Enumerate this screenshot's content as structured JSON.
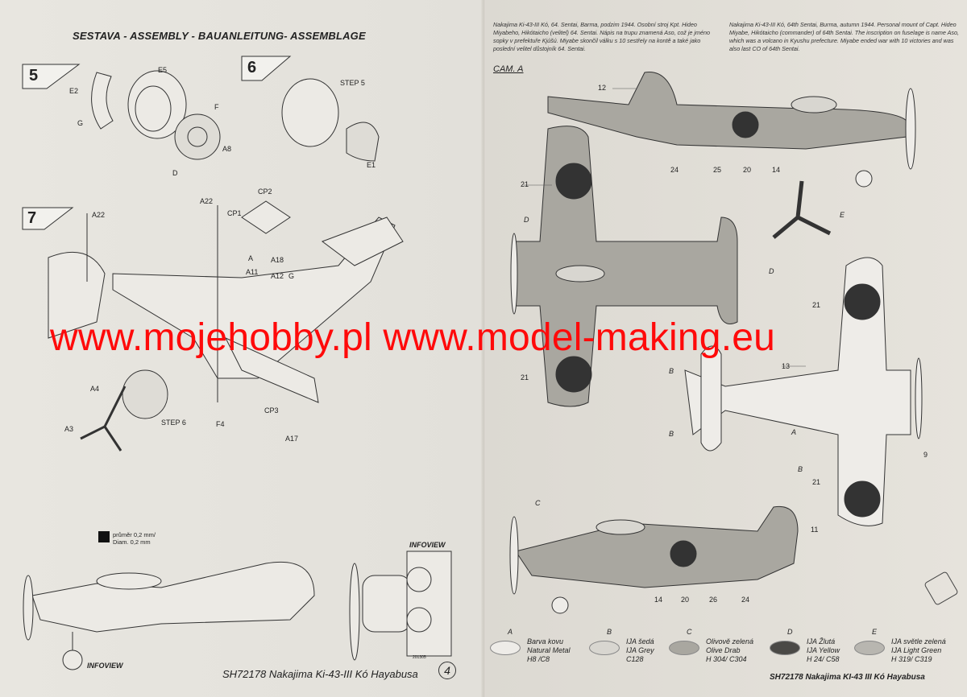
{
  "left_page": {
    "assembly_title": "SESTAVA - ASSEMBLY - BAUANLEITUNG- ASSEMBLAGE",
    "steps": [
      {
        "number": "5",
        "parts": [
          "E2",
          "E5",
          "F",
          "G",
          "D",
          "A8"
        ]
      },
      {
        "number": "6",
        "parts": [
          "STEP 5",
          "E1"
        ]
      },
      {
        "number": "7",
        "parts": [
          "A22",
          "A22",
          "CP2",
          "CP1",
          "A18",
          "A11",
          "A12",
          "G",
          "A",
          "CP3",
          "F4",
          "A4",
          "A3",
          "STEP 6",
          "A17"
        ]
      }
    ],
    "diameter_note": [
      "průměr 0,2 mm/",
      "Diam. 0,2 mm"
    ],
    "infoview_labels": [
      "INFOVIEW",
      "INFOVIEW"
    ],
    "print_code": "201305",
    "footer": "SH72178 Nakajima Ki-43-III Kó Hayabusa",
    "page_number": "4"
  },
  "watermark": "www.mojehobby.pl www.model-making.eu",
  "right_page": {
    "description_cz": "Nakajima Ki-43-III Kó, 64. Sentai, Barma, podzim 1944. Osobní stroj Kpt. Hideo Miyabeho, Hikótaicho (velitel) 64. Sentai. Nápis na trupu znamená Aso, což je jméno sopky v prefektuře Kjúšú. Miyabe skončil válku s 10 sestřely na kontě a také jako poslední velitel důstojník 64. Sentai.",
    "description_en": "Nakajima Ki-43-III Kó, 64th Sentai, Burma, autumn 1944. Personal mount of Capt. Hideo Miyabe, Hikótaicho (commander) of 64th Sentai. The inscription on fuselage is name Aso, which was a volcano in Kyushu prefecture. Miyabe ended war with 10 victories and was also last CO of 64th Sentai.",
    "camo_label": "CAM. A",
    "callouts": [
      "12",
      "24",
      "25",
      "20",
      "14",
      "21",
      "D",
      "E",
      "D",
      "21",
      "21",
      "B",
      "13",
      "B",
      "A",
      "B",
      "9",
      "21",
      "C",
      "11",
      "14",
      "20",
      "26",
      "24"
    ],
    "legend": [
      {
        "letter": "A",
        "lines": [
          "Barva kovu",
          "Natural Metal",
          "H8 /C8"
        ],
        "color": "#eeece8"
      },
      {
        "letter": "B",
        "lines": [
          "IJA šedá",
          "IJA Grey",
          "C128"
        ],
        "color": "#d8d6d0"
      },
      {
        "letter": "C",
        "lines": [
          "Olivově zelená",
          "Olive Drab",
          "H 304/ C304"
        ],
        "color": "#a9a7a0"
      },
      {
        "letter": "D",
        "lines": [
          "IJA Žlutá",
          "IJA Yellow",
          "H 24/ C58"
        ],
        "color": "#4a4946"
      },
      {
        "letter": "E",
        "lines": [
          "IJA světle zelená",
          "IJA Light Green",
          "H 319/ C319"
        ],
        "color": "#b8b6b0"
      }
    ],
    "footer": "SH72178 Nakajima KI-43 III Kó Hayabusa"
  }
}
